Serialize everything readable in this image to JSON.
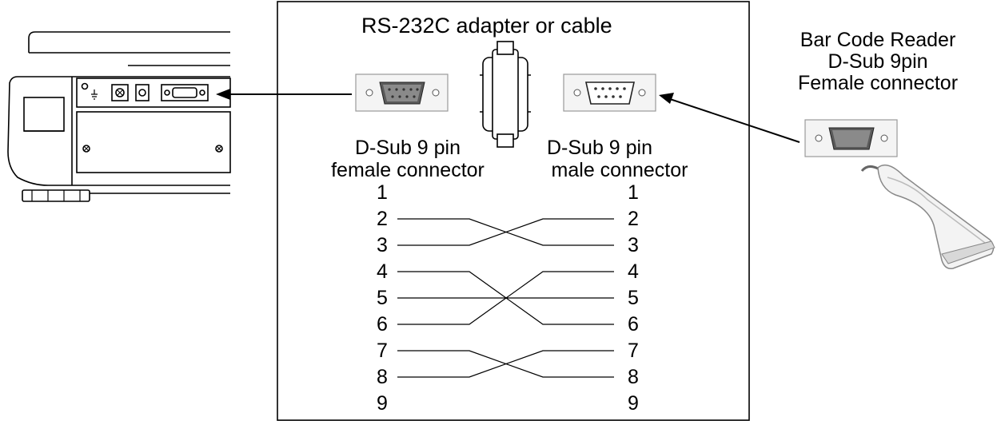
{
  "adapter": {
    "title": "RS-232C adapter or cable",
    "left_connector_label": [
      "D-Sub 9 pin",
      "female connector"
    ],
    "right_connector_label": [
      "D-Sub 9 pin",
      "male connector"
    ]
  },
  "reader": {
    "label": [
      "Bar Code Reader",
      "D-Sub 9pin",
      "Female connector"
    ]
  },
  "pins": {
    "left": [
      "1",
      "2",
      "3",
      "4",
      "5",
      "6",
      "7",
      "8",
      "9"
    ],
    "right": [
      "1",
      "2",
      "3",
      "4",
      "5",
      "6",
      "7",
      "8",
      "9"
    ]
  },
  "wiring": [
    {
      "from": "2",
      "to": "3"
    },
    {
      "from": "3",
      "to": "2"
    },
    {
      "from": "4",
      "to": "6"
    },
    {
      "from": "5",
      "to": "5"
    },
    {
      "from": "6",
      "to": "4"
    },
    {
      "from": "7",
      "to": "8"
    },
    {
      "from": "8",
      "to": "7"
    }
  ]
}
